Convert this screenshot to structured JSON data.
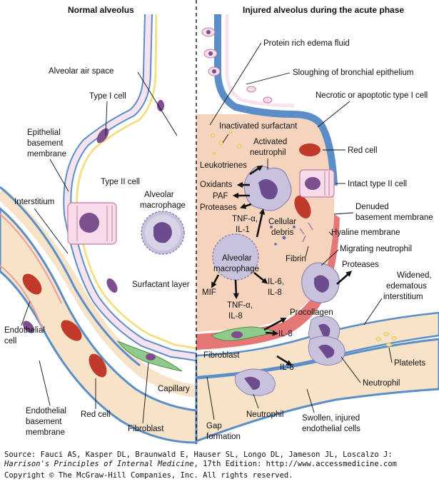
{
  "headers": {
    "left": "Normal alveolus",
    "right": "Injured alveolus during the acute phase"
  },
  "left_labels": {
    "alveolar_air_space": "Alveolar air space",
    "type1_cell": "Type I cell",
    "epithelial_bm": [
      "Epithelial",
      "basement",
      "membrane"
    ],
    "type2_cell": "Type II cell",
    "alveolar_macrophage": [
      "Alveolar",
      "macrophage"
    ],
    "interstitium": "Interstitium",
    "surfactant_layer": "Surfactant layer",
    "endothelial_cell": [
      "Endothelial",
      "cell"
    ],
    "capillary": "Capillary",
    "endothelial_bm": [
      "Endothelial",
      "basement",
      "membrane"
    ],
    "red_cell": "Red cell",
    "fibroblast": "Fibroblast",
    "gap_formation": [
      "Gap",
      "formation"
    ]
  },
  "right_labels": {
    "protein_edema": "Protein rich edema fluid",
    "sloughing": "Sloughing of bronchial epithelium",
    "necrotic": "Necrotic or apoptotic type I cell",
    "inactivated_surfactant": "Inactivated surfactant",
    "activated_neutrophil": [
      "Activated",
      "neutrophil"
    ],
    "red_cell": "Red cell",
    "leukotrienes": "Leukotrienes",
    "intact_type2": "Intact type II cell",
    "oxidants": "Oxidants",
    "paf": "PAF",
    "proteases": "Proteases",
    "denuded_bm": [
      "Denuded",
      "basement membrane"
    ],
    "tnf_il1": [
      "TNF-α,",
      "IL-1"
    ],
    "cellular_debris": [
      "Cellular",
      "debris"
    ],
    "hyaline": "Hyaline membrane",
    "fibrin": "Fibrin",
    "migrating_neutrophil": "Migrating neutrophil",
    "alveolar_macrophage": [
      "Alveolar",
      "macrophage"
    ],
    "proteases2": "Proteases",
    "mif": "MIF",
    "il6_il8": [
      "IL-6,",
      "IL-8"
    ],
    "widened": [
      "Widened,",
      "edematous",
      "interstitium"
    ],
    "tnf_il8": [
      "TNF-α,",
      "IL-8"
    ],
    "procollagen": "Procollagen",
    "il8_a": "IL-8",
    "fibroblast": "Fibroblast",
    "platelets": "Platelets",
    "il8_b": "IL-8",
    "neutrophil_a": "Neutrophil",
    "neutrophil_b": "Neutrophil",
    "swollen": [
      "Swollen, injured",
      "endothelial cells"
    ]
  },
  "footer": {
    "source": "Source: Fauci AS, Kasper DL, Braunwald E, Hauser SL, Longo DL, Jameson JL, Loscalzo J:",
    "book": "Harrison's Principles of Internal Medicine",
    "edition": ", 17th Edition: http://www.accessmedicine.com",
    "copyright": "Copyright © The McGraw-Hill Companies, Inc. All rights reserved."
  },
  "colors": {
    "vessel_fill": "#f6e3c8",
    "vessel_wall_blue": "#5b8ec7",
    "edema_fluid": "#f5d3bd",
    "hyaline_red": "#e0605e",
    "red_cell": "#c0392b",
    "cell_pink": "#f5dce8",
    "nucleus_purple": "#7d4f8f",
    "macrophage_lilac": "#c9c2dc"
  }
}
